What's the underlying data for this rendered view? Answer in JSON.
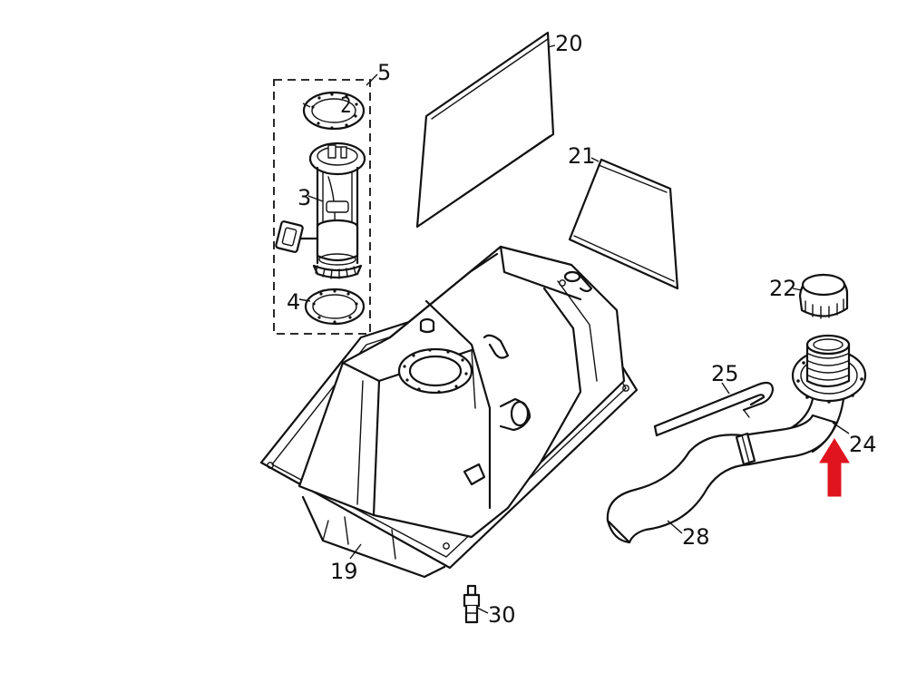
{
  "callouts": {
    "c2": "2",
    "c3": "3",
    "c4": "4",
    "c5": "5",
    "c19": "19",
    "c20": "20",
    "c21": "21",
    "c22": "22",
    "c24": "24",
    "c25": "25",
    "c28": "28",
    "c30": "30"
  },
  "colors": {
    "line": "#111111",
    "arrow": "#e0141e",
    "background": "#ffffff"
  },
  "icons": {
    "indicator": "red-up-arrow-icon"
  }
}
